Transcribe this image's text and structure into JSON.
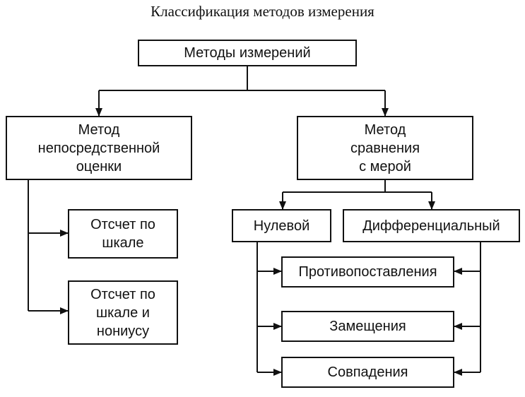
{
  "title": "Классификация методов измерения",
  "nodes": {
    "root": "Методы измерений",
    "direct": "Метод\nнепосредственной\nоценки",
    "comparison": "Метод\nсравнения\nс мерой",
    "scale": "Отсчет по\nшкале",
    "vernier": "Отсчет по\nшкале и\nнониусу",
    "null": "Нулевой",
    "differential": "Дифференциальный",
    "opposition": "Противопоставления",
    "substitution": "Замещения",
    "coincidence": "Совпадения"
  },
  "colors": {
    "line": "#111111",
    "background": "#ffffff"
  }
}
